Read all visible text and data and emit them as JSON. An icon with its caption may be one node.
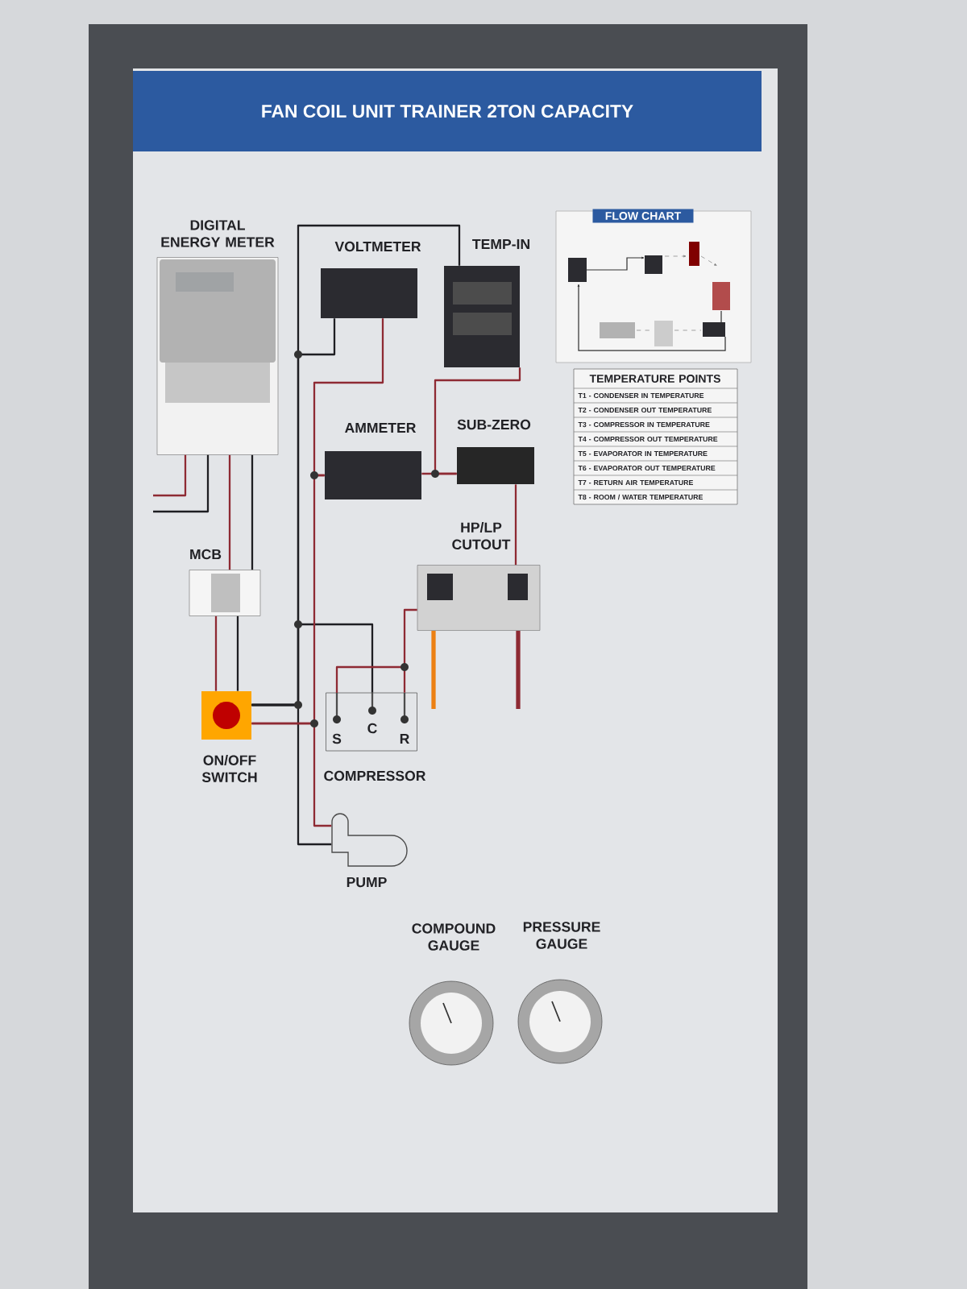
{
  "diagram": {
    "title": "FAN COIL UNIT TRAINER 2TON CAPACITY",
    "nodes": [
      {
        "text": [
          "DIGITAL ENERGY METER"
        ]
      },
      {
        "text": [
          "VOLTMETER"
        ]
      },
      {
        "text": [
          "TEMP-IN"
        ]
      },
      {
        "text": [
          "AMMETER"
        ]
      },
      {
        "text": [
          "SUB-ZERO"
        ]
      },
      {
        "text": [
          "MCB"
        ]
      },
      {
        "text": [
          "HP/LP CUTOUT"
        ]
      },
      {
        "text": [
          "ON/OFF SWITCH"
        ]
      },
      {
        "text": [
          "S",
          "C",
          "R",
          "COMPRESSOR"
        ]
      },
      {
        "text": [
          "PUMP"
        ]
      },
      {
        "text": [
          "FLOW CHART"
        ]
      },
      {
        "text": [
          "TEMPERATURE POINTS",
          "T1 - CONDENSER IN TEMPERATURE",
          "T2 - CONDENSER OUT TEMPERATURE",
          "T3 - COMPRESSOR IN TEMPERATURE",
          "T4 - COMPRESSOR OUT TEMPERATURE",
          "T5 - EVAPORATOR IN TEMPERATURE",
          "T6 - EVAPORATOR OUT TEMPERATURE",
          "T7 - RETURN AIR TEMPERATURE",
          "T8 - ROOM / WATER TEMPERATURE"
        ]
      },
      {
        "text": [
          "COMPOUND GAUGE"
        ]
      },
      {
        "text": [
          "PRESSURE GAUGE"
        ]
      }
    ],
    "edges": [
      {
        "from": 0,
        "to": 5,
        "arrow": "none"
      },
      {
        "from": 0,
        "to": 5,
        "arrow": "none",
        "color": "#1e1e22"
      },
      {
        "from": 0,
        "to": null,
        "arrow": "none"
      },
      {
        "from": 0,
        "to": null,
        "arrow": "none",
        "color": "#1e1e22"
      },
      {
        "from": 5,
        "to": 7,
        "arrow": "none"
      },
      {
        "from": 5,
        "to": 7,
        "arrow": "none",
        "color": "#1e1e22"
      },
      {
        "from": 7,
        "to": 1,
        "arrow": "none",
        "color": "#1e1e22"
      },
      {
        "from": 7,
        "to": 2,
        "arrow": "none",
        "color": "#1e1e22"
      },
      {
        "from": 7,
        "to": 8,
        "arrow": "none",
        "color": "#1e1e22"
      },
      {
        "from": 7,
        "to": 9,
        "arrow": "none",
        "color": "#1e1e22"
      },
      {
        "from": 7,
        "to": 3,
        "arrow": "none"
      },
      {
        "from": 7,
        "to": 9,
        "arrow": "none"
      },
      {
        "from": 1,
        "to": 3,
        "arrow": "none"
      },
      {
        "from": 3,
        "to": 4,
        "arrow": "none"
      },
      {
        "from": 2,
        "to": 4,
        "arrow": "none"
      },
      {
        "from": 4,
        "to": 6,
        "arrow": "none"
      },
      {
        "from": 6,
        "to": 8,
        "arrow": "none"
      }
    ]
  }
}
